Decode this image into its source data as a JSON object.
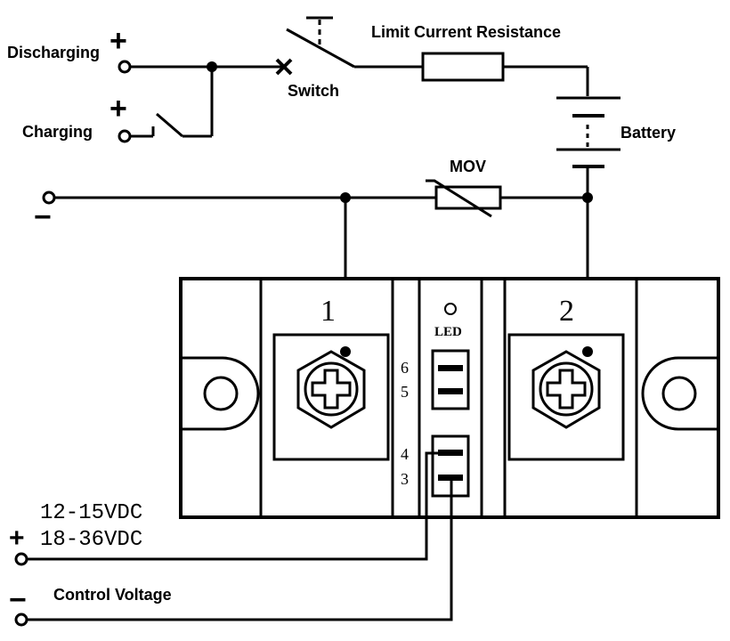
{
  "labels": {
    "discharging": "Discharging",
    "charging": "Charging",
    "switch": "Switch",
    "limit_resistance": "Limit Current Resistance",
    "battery": "Battery",
    "mov": "MOV",
    "terminal_1": "1",
    "terminal_2": "2",
    "led": "LED",
    "pin_6": "6",
    "pin_5": "5",
    "pin_4": "4",
    "pin_3": "3",
    "voltage_range_1": "12-15VDC",
    "voltage_range_2": "18-36VDC",
    "control_voltage": "Control Voltage"
  },
  "symbols": {
    "plus": "+",
    "minus": "−"
  }
}
